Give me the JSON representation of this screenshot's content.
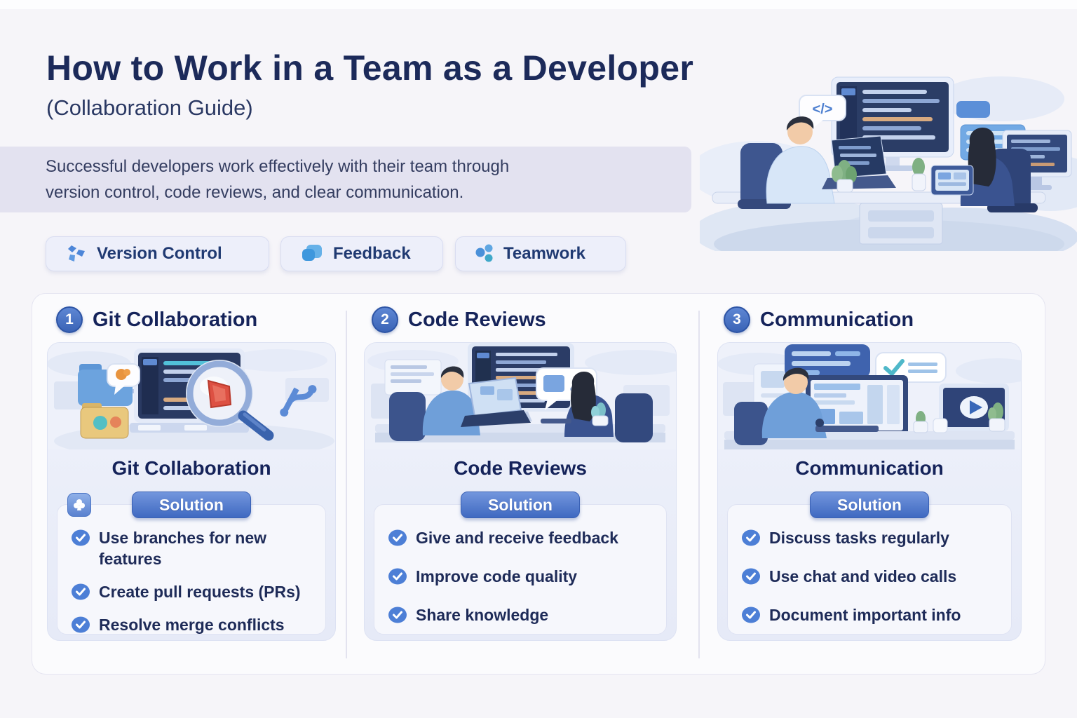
{
  "page": {
    "title": "How to Work in a Team as a Developer",
    "subtitle": "(Collaboration Guide)",
    "intro": "Successful developers work effectively with their team through version control, code reviews, and clear communication."
  },
  "tags": [
    {
      "label": "Version Control",
      "icon": "git-branch-icon"
    },
    {
      "label": "Feedback",
      "icon": "chat-bubbles-icon"
    },
    {
      "label": "Teamwork",
      "icon": "people-dots-icon"
    }
  ],
  "hero": {
    "code_bubble": "</>"
  },
  "columns": [
    {
      "number": "1",
      "header": "Git Collaboration",
      "card_title": "Git Collaboration",
      "badge_label": "Solution",
      "items": [
        "Use branches for new features",
        "Create pull requests (PRs)",
        "Resolve merge conflicts"
      ]
    },
    {
      "number": "2",
      "header": "Code Reviews",
      "card_title": "Code Reviews",
      "badge_label": "Solution",
      "items": [
        "Give and receive feedback",
        "Improve code quality",
        "Share knowledge"
      ]
    },
    {
      "number": "3",
      "header": "Communication",
      "card_title": "Communication",
      "badge_label": "Solution",
      "items": [
        "Discuss tasks regularly",
        "Use chat and video calls",
        "Document important info"
      ]
    }
  ],
  "icons": {
    "bullet": "check-circle-icon",
    "solution_connector": "club-icon"
  },
  "colors": {
    "title_navy": "#1c2a5a",
    "body_navy": "#1e2b58",
    "banner_bg": "#e3e2f0",
    "badge_blue": "#4a72c4",
    "check_blue": "#4d7fd6",
    "card_bg": "#eaedf8",
    "accent_red": "#dd5143",
    "folder_yellow": "#e9c87d",
    "folder_blue": "#6ca3de"
  }
}
